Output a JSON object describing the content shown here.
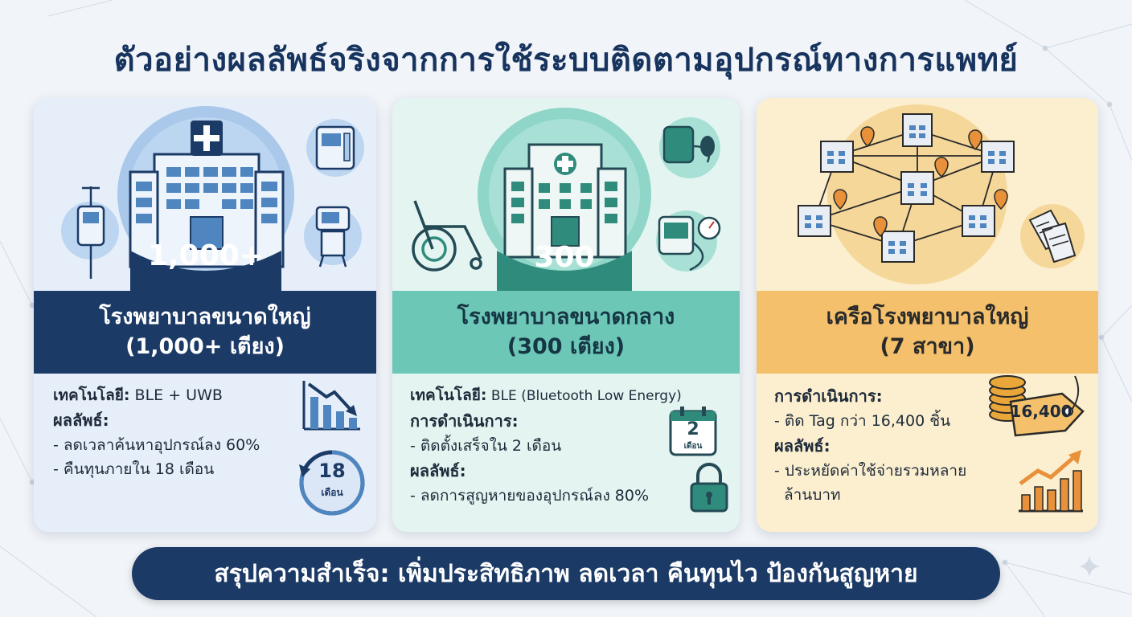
{
  "title": "ตัวอย่างผลลัพธ์จริงจากการใช้ระบบติดตามอุปกรณ์ทางการแพทย์",
  "cards": [
    {
      "count": "1,000+",
      "heading_line1": "โรงพยาบาลขนาดใหญ่",
      "heading_line2": "(1,000+ เตียง)",
      "tech_label": "เทคโนโลยี:",
      "tech_value": " BLE + UWB",
      "result_label": "ผลลัพธ์:",
      "results": [
        "- ลดเวลาค้นหาอุปกรณ์ลง 60%",
        "- คืนทุนภายใน 18 เดือน"
      ],
      "badge_number": "18",
      "badge_unit": "เดือน",
      "icons": [
        "hospital-icon",
        "infusion-pump-icon",
        "monitor-cart-icon",
        "ventilator-icon",
        "declining-chart-icon",
        "clock-badge-icon"
      ]
    },
    {
      "count": "300",
      "heading_line1": "โรงพยาบาลขนาดกลาง",
      "heading_line2": "(300 เตียง)",
      "tech_label": "เทคโนโลยี:",
      "tech_value": " BLE (Bluetooth Low Energy)",
      "operation_label": "การดำเนินการ:",
      "operations": [
        "- ติดตั้งเสร็จใน 2 เดือน"
      ],
      "result_label": "ผลลัพธ์:",
      "results": [
        "- ลดการสูญหายของอุปกรณ์ลง 80%"
      ],
      "calendar_number": "2",
      "calendar_unit": "เดือน",
      "icons": [
        "hospital-icon",
        "wheelchair-icon",
        "blood-pressure-cuff-icon",
        "bp-monitor-icon",
        "calendar-icon",
        "lock-icon"
      ]
    },
    {
      "heading_line1": "เครือโรงพยาบาลใหญ่",
      "heading_line2": "(7 สาขา)",
      "operation_label": "การดำเนินการ:",
      "operations": [
        "- ติด Tag กว่า 16,400 ชิ้น"
      ],
      "result_label": "ผลลัพธ์:",
      "results": [
        "- ประหยัดค่าใช้จ่ายรวมหลาย",
        "ล้านบาท"
      ],
      "tag_number": "16,400",
      "icons": [
        "hospital-network-icon",
        "tags-icon",
        "coins-tag-icon",
        "growth-chart-icon"
      ]
    }
  ],
  "summary": "สรุปความสำเร็จ: เพิ่มประสิทธิภาพ ลดเวลา คืนทุนไว ป้องกันสูญหาย",
  "colors": {
    "navy": "#1b3a66",
    "teal": "#6cc7b6",
    "amber": "#f4c06c",
    "title": "#17345f"
  }
}
